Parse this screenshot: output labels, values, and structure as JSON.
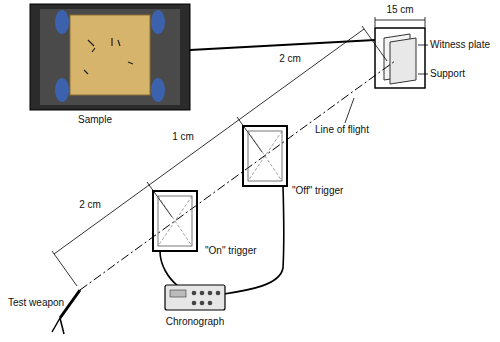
{
  "diagram": {
    "labels": [
      "Sample",
      "15 cm",
      "2 cm",
      "Witness plate",
      "Support",
      "1 cm",
      "Line of flight",
      "2 cm",
      "\"Off\" trigger",
      "\"On\" trigger",
      "Test weapon",
      "Chronograph"
    ]
  }
}
